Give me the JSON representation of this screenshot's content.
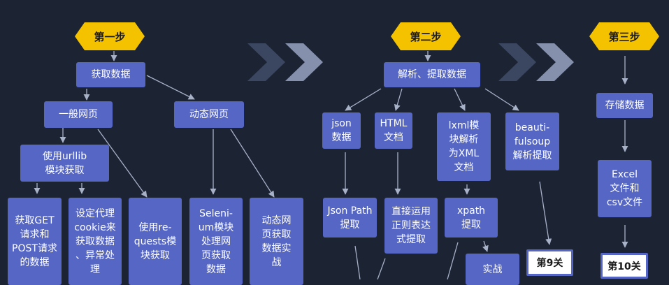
{
  "steps": [
    "第一步",
    "第二步",
    "第三步"
  ],
  "step1": {
    "get": "获取数据",
    "normal": "一般网页",
    "dynamic": "动态网页",
    "urllib": "使用urllib\n模块获取",
    "leaf1": "获取GET\n请求和\nPOST请求\n的数据",
    "leaf2": "设定代理\ncookie来\n获取数据\n、异常处\n理",
    "leaf3": "使用re-\nquests模\n块获取",
    "leaf4": "Seleni-\num模块\n处理网\n页获取\n数据",
    "leaf5": "动态网\n页获取\n数据实\n战"
  },
  "step2": {
    "parse": "解析、提取数据",
    "json": "json\n数据",
    "html": "HTML\n文档",
    "lxml": "lxml模\n块解析\n为XML\n文档",
    "bs": "beauti-\nfulsoup\n解析提取",
    "jsonpath": "Json Path\n提取",
    "regex": "直接运用\n正则表达\n式提取",
    "xpath": "xpath\n提取",
    "practice": "实战",
    "ref9": "第9关"
  },
  "step3": {
    "store": "存储数据",
    "excel": "Excel\n文件和\ncsv文件",
    "ref10": "第10关"
  },
  "colors": {
    "background": "#1c2333",
    "box": "#5566c4",
    "step": "#f5c200",
    "line": "#a7b1c8",
    "chevron_dark": "#3b4760",
    "chevron_light": "#8590ad"
  }
}
